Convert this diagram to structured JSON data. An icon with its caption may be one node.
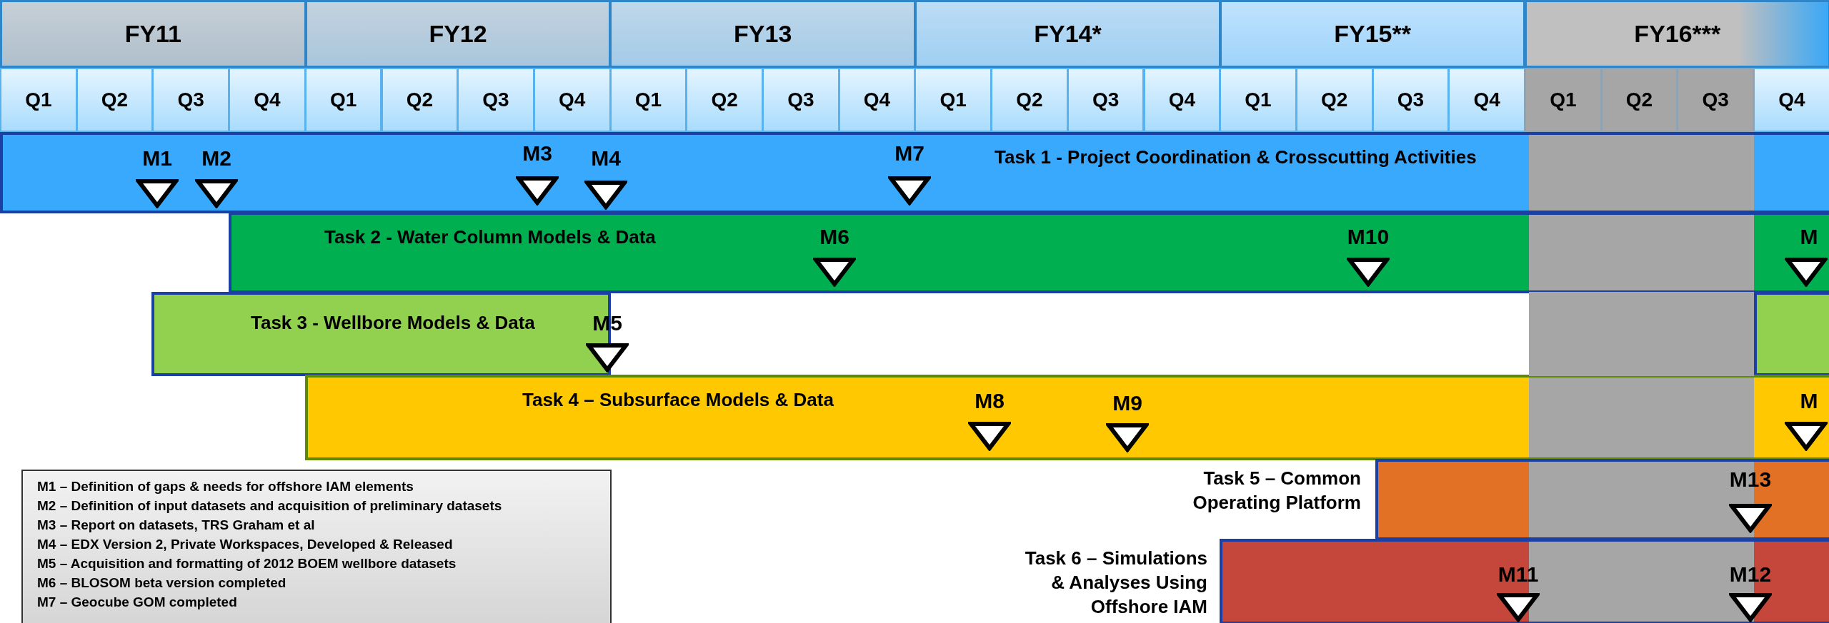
{
  "diagram": {
    "nodes": [
      {
        "text": [
          "Task 1 - Project Coordination & Crosscutting Activities"
        ]
      },
      {
        "text": [
          "Task 2 - Water Column Models & Data"
        ]
      },
      {
        "text": [
          "Task 3 - Wellbore Models & Data"
        ]
      },
      {
        "text": [],
        "shape": "bar"
      },
      {
        "text": [
          "Task 4 – Subsurface Models & Data"
        ]
      },
      {
        "text": [
          "Task 5 – Common Operating Platform"
        ]
      },
      {
        "text": [
          "Task 6 – Simulations & Analyses Using Offshore IAM"
        ]
      },
      {
        "text": [
          "M1 – Definition of gaps & needs for offshore IAM elements",
          "M2 – Definition of input datasets and acquisition of preliminary datasets",
          "M3 – Report on datasets, TRS Graham et al",
          "M4 – EDX Version 2, Private Workspaces, Developed & Released",
          "M5 – Acquisition and formatting of 2012 BOEM wellbore datasets",
          "M6 – BLOSOM beta version completed",
          "M7 – Geocube GOM completed"
        ]
      },
      {
        "text": [],
        "shape": "bar"
      }
    ],
    "labels": [
      "FY11",
      "FY12",
      "FY13",
      "FY14*",
      "FY15**",
      "FY16***",
      "Q1",
      "Q2",
      "Q3",
      "Q4",
      "Q1",
      "Q2",
      "Q3",
      "Q4",
      "Q1",
      "Q2",
      "Q3",
      "Q4",
      "Q1",
      "Q2",
      "Q3",
      "Q4",
      "Q1",
      "Q2",
      "Q3",
      "Q4",
      "Q1",
      "Q2",
      "Q3",
      "Q4",
      "M1",
      "M2",
      "M3",
      "M4",
      "M7",
      "M6",
      "M10",
      "M",
      "M5",
      "M8",
      "M9",
      "M",
      "M13",
      "M11",
      "M12"
    ]
  }
}
